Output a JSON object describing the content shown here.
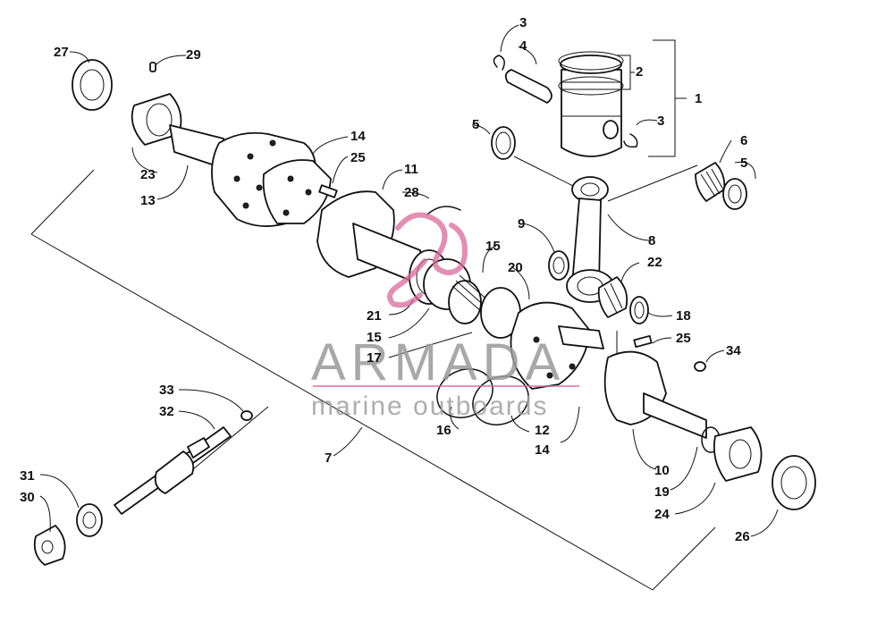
{
  "watermark": {
    "brand": "ARMADA",
    "tagline": "marine outboards",
    "accent_color": "#d9689a",
    "text_color": "#9a9a9a"
  },
  "callouts": {
    "c1": "1",
    "c2": "2",
    "c3a": "3",
    "c3b": "3",
    "c4": "4",
    "c5a": "5",
    "c5b": "5",
    "c6": "6",
    "c7": "7",
    "c8": "8",
    "c9": "9",
    "c10": "10",
    "c11": "11",
    "c12": "12",
    "c13": "13",
    "c14a": "14",
    "c14b": "14",
    "c15a": "15",
    "c15b": "15",
    "c16": "16",
    "c17": "17",
    "c18": "18",
    "c19": "19",
    "c20": "20",
    "c21": "21",
    "c22": "22",
    "c23": "23",
    "c24": "24",
    "c25a": "25",
    "c25b": "25",
    "c26": "26",
    "c27": "27",
    "c28": "28",
    "c29": "29",
    "c30": "30",
    "c31": "31",
    "c32": "32",
    "c33": "33",
    "c34": "34"
  }
}
